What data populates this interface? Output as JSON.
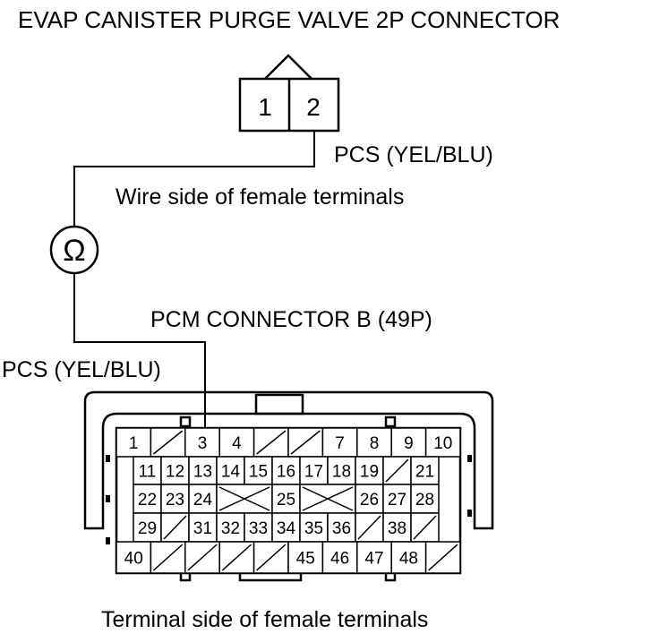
{
  "title": "EVAP CANISTER PURGE VALVE 2P CONNECTOR",
  "purge_valve_connector": {
    "pins": [
      "1",
      "2"
    ],
    "wire_label": "PCS (YEL/BLU)",
    "caption": "Wire side of female terminals"
  },
  "meter_symbol": "Ω",
  "pcm_connector": {
    "title": "PCM CONNECTOR B (49P)",
    "wire_label": "PCS (YEL/BLU)",
    "caption": "Terminal side of female terminals",
    "rows": [
      [
        "1",
        "/",
        "3",
        "4",
        "/",
        "/",
        "7",
        "8",
        "9",
        "10"
      ],
      [
        "11",
        "12",
        "13",
        "14",
        "15",
        "16",
        "17",
        "18",
        "19",
        "/",
        "21"
      ],
      [
        "22",
        "23",
        "24",
        "x",
        "25",
        "x",
        "26",
        "27",
        "28"
      ],
      [
        "29",
        "/",
        "31",
        "32",
        "33",
        "34",
        "35",
        "36",
        "/",
        "38",
        "/"
      ],
      [
        "40",
        "/",
        "/",
        "/",
        "/",
        "45",
        "46",
        "47",
        "48",
        "/"
      ]
    ]
  }
}
